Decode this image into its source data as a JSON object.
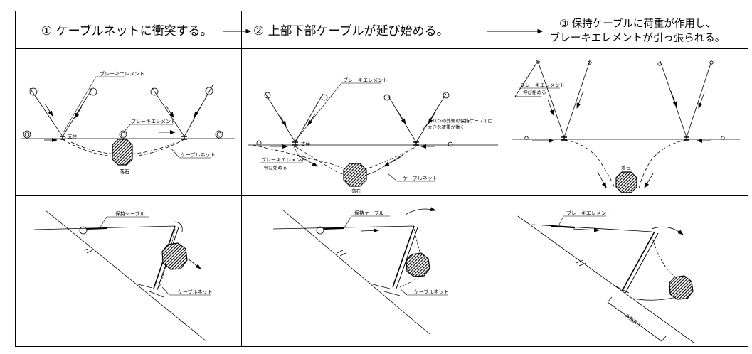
{
  "header": {
    "step1": "① ケーブルネットに衝突する。",
    "step2": "② 上部下部ケーブルが延び始める。",
    "step3_line1": "③ 保持ケーブルに荷重が作用し、",
    "step3_line2": "ブレーキエレメントが引っ張られる。"
  },
  "panel_a1": {
    "brake_top": "ブレーキエレメント",
    "brake_mid": "ブレーキエレメント",
    "post": "支柱",
    "rock": "落石",
    "net": "ケーブルネット"
  },
  "panel_b1": {
    "brake_top": "ブレーキエレメント",
    "outer_note_1": "スパンの外側の保持ケーブルに",
    "outer_note_2": "大きな荷重が働く",
    "post": "支柱",
    "brake_left": "ブレーキエレメント",
    "brake_left_sub": "伸び始める",
    "rock": "落石",
    "net": "ケーブルネット"
  },
  "panel_c1": {
    "brake": "ブレーキエレメント",
    "brake_sub": "伸び始める",
    "rock": "落石"
  },
  "panel_a2": {
    "cable": "保持ケーブル",
    "net": "ケーブルネット"
  },
  "panel_b2": {
    "cable": "保持ケーブル",
    "net": "ケーブルネット"
  },
  "panel_c2": {
    "brake": "ブレーキエレメント",
    "dim": "有効高さ"
  }
}
